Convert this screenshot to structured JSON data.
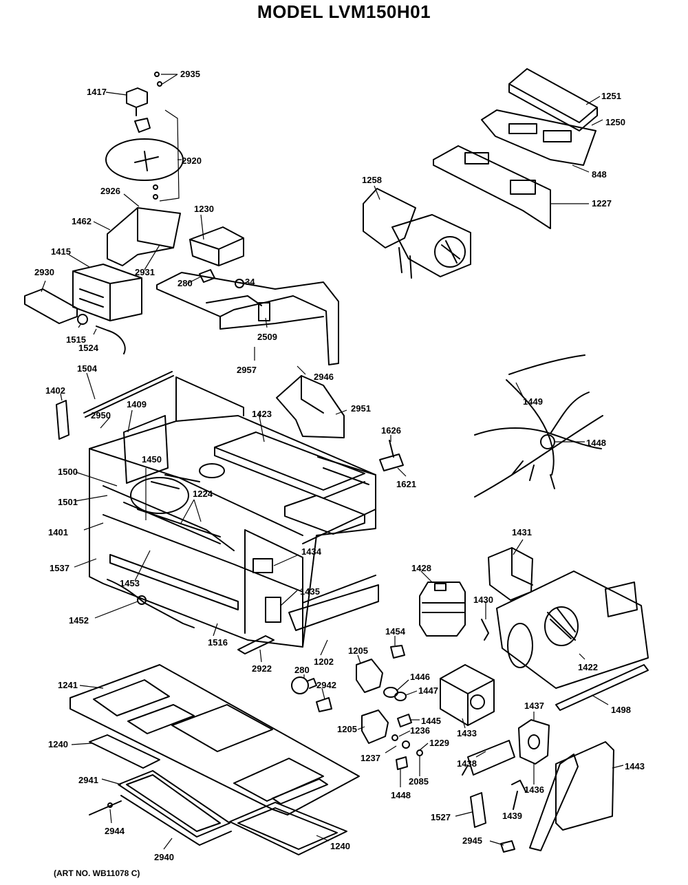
{
  "title": "MODEL LVM150H01",
  "art_number": "(ART NO. WB11078 C)",
  "parts": [
    {
      "id": "p2935",
      "label": "2935"
    },
    {
      "id": "p1417",
      "label": "1417"
    },
    {
      "id": "p2920",
      "label": "2920"
    },
    {
      "id": "p2926",
      "label": "2926"
    },
    {
      "id": "p1462",
      "label": "1462"
    },
    {
      "id": "p1230",
      "label": "1230"
    },
    {
      "id": "p1415",
      "label": "1415"
    },
    {
      "id": "p2931",
      "label": "2931"
    },
    {
      "id": "p280a",
      "label": "280"
    },
    {
      "id": "p34",
      "label": "34"
    },
    {
      "id": "p2930",
      "label": "2930"
    },
    {
      "id": "p2509",
      "label": "2509"
    },
    {
      "id": "p1515",
      "label": "1515"
    },
    {
      "id": "p1524",
      "label": "1524"
    },
    {
      "id": "p2957",
      "label": "2957"
    },
    {
      "id": "p2946",
      "label": "2946"
    },
    {
      "id": "p1504",
      "label": "1504"
    },
    {
      "id": "p1402",
      "label": "1402"
    },
    {
      "id": "p1409",
      "label": "1409"
    },
    {
      "id": "p2950",
      "label": "2950"
    },
    {
      "id": "p1423",
      "label": "1423"
    },
    {
      "id": "p2951",
      "label": "2951"
    },
    {
      "id": "p1450",
      "label": "1450"
    },
    {
      "id": "p1500",
      "label": "1500"
    },
    {
      "id": "p1224",
      "label": "1224"
    },
    {
      "id": "p1501",
      "label": "1501"
    },
    {
      "id": "p1401",
      "label": "1401"
    },
    {
      "id": "p1434",
      "label": "1434"
    },
    {
      "id": "p1537",
      "label": "1537"
    },
    {
      "id": "p1453",
      "label": "1453"
    },
    {
      "id": "p1435",
      "label": "1435"
    },
    {
      "id": "p1452",
      "label": "1452"
    },
    {
      "id": "p1516",
      "label": "1516"
    },
    {
      "id": "p2922",
      "label": "2922"
    },
    {
      "id": "p1202",
      "label": "1202"
    },
    {
      "id": "p1251",
      "label": "1251"
    },
    {
      "id": "p1250",
      "label": "1250"
    },
    {
      "id": "p848",
      "label": "848"
    },
    {
      "id": "p1258",
      "label": "1258"
    },
    {
      "id": "p1227",
      "label": "1227"
    },
    {
      "id": "p1449",
      "label": "1449"
    },
    {
      "id": "p1626",
      "label": "1626"
    },
    {
      "id": "p1448",
      "label": "1448"
    },
    {
      "id": "p1621",
      "label": "1621"
    },
    {
      "id": "p1431",
      "label": "1431"
    },
    {
      "id": "p1428",
      "label": "1428"
    },
    {
      "id": "p1430",
      "label": "1430"
    },
    {
      "id": "p1454",
      "label": "1454"
    },
    {
      "id": "p1205a",
      "label": "1205"
    },
    {
      "id": "p280b",
      "label": "280"
    },
    {
      "id": "p1446",
      "label": "1446"
    },
    {
      "id": "p1447",
      "label": "1447"
    },
    {
      "id": "p1422",
      "label": "1422"
    },
    {
      "id": "p2942",
      "label": "2942"
    },
    {
      "id": "p1241",
      "label": "1241"
    },
    {
      "id": "p1445",
      "label": "1445"
    },
    {
      "id": "p1205b",
      "label": "1205"
    },
    {
      "id": "p1236",
      "label": "1236"
    },
    {
      "id": "p1433",
      "label": "1433"
    },
    {
      "id": "p1498",
      "label": "1498"
    },
    {
      "id": "p1437",
      "label": "1437"
    },
    {
      "id": "p1240a",
      "label": "1240"
    },
    {
      "id": "p1229",
      "label": "1229"
    },
    {
      "id": "p1237",
      "label": "1237"
    },
    {
      "id": "p1438",
      "label": "1438"
    },
    {
      "id": "p1443",
      "label": "1443"
    },
    {
      "id": "p2085",
      "label": "2085"
    },
    {
      "id": "p1436",
      "label": "1436"
    },
    {
      "id": "p2941",
      "label": "2941"
    },
    {
      "id": "p1448b",
      "label": "1448"
    },
    {
      "id": "p1527",
      "label": "1527"
    },
    {
      "id": "p1439",
      "label": "1439"
    },
    {
      "id": "p2944",
      "label": "2944"
    },
    {
      "id": "p1240b",
      "label": "1240"
    },
    {
      "id": "p2945",
      "label": "2945"
    },
    {
      "id": "p2940",
      "label": "2940"
    }
  ]
}
